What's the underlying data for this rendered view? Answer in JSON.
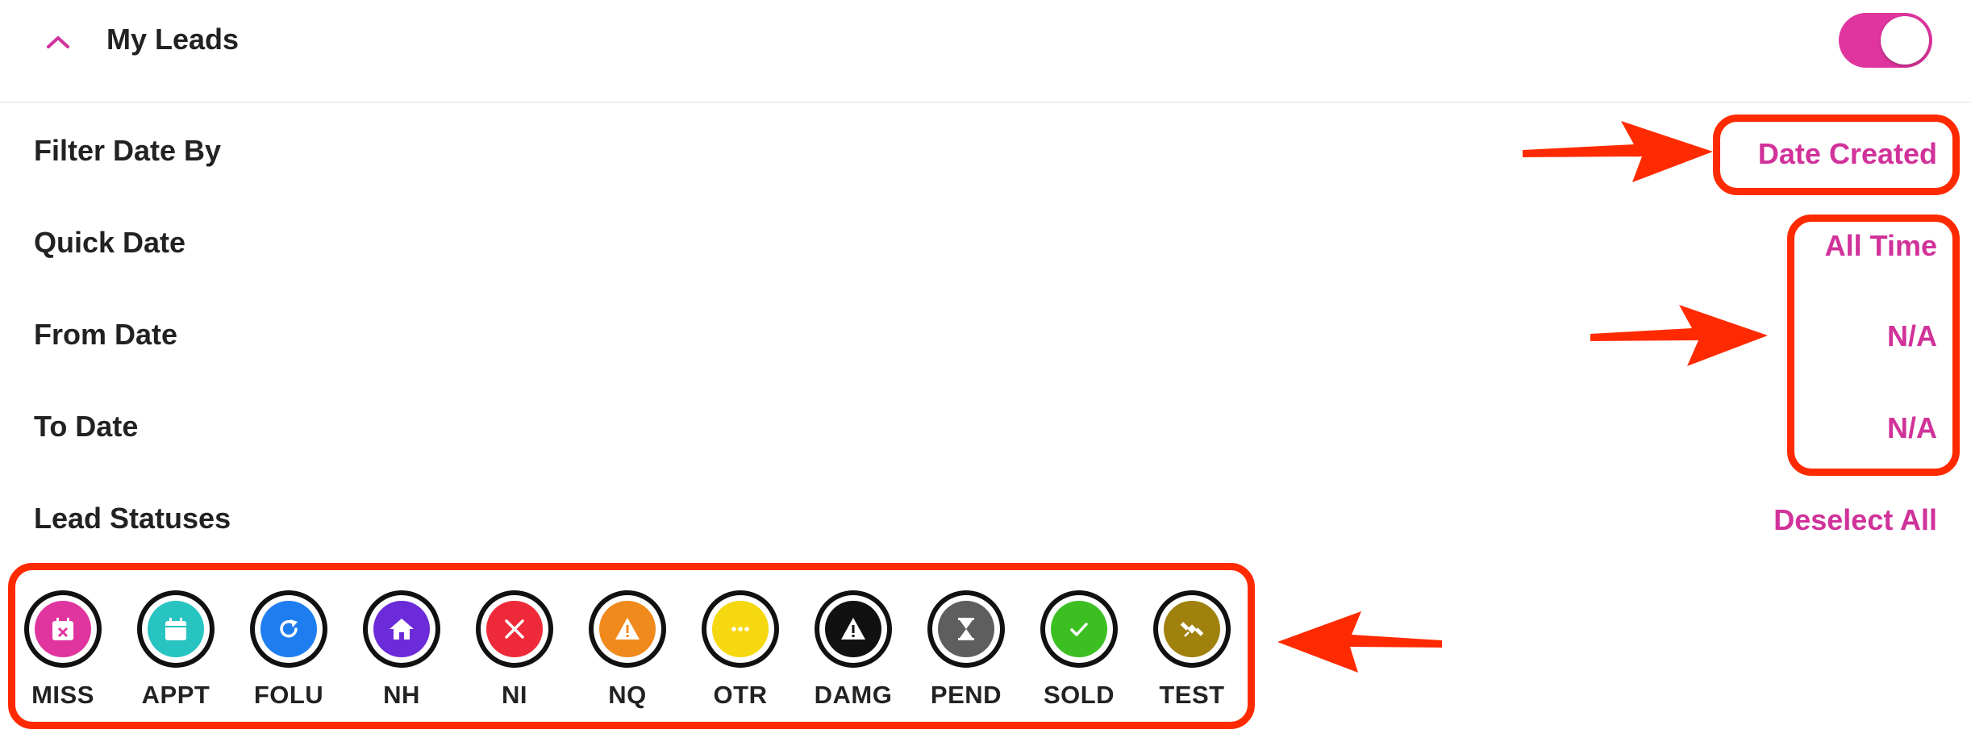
{
  "header": {
    "title": "My Leads",
    "toggle_on": true
  },
  "filters": {
    "filter_date_by_label": "Filter Date By",
    "filter_date_by_value": "Date Created",
    "quick_date_label": "Quick Date",
    "quick_date_value": "All Time",
    "from_date_label": "From Date",
    "from_date_value": "N/A",
    "to_date_label": "To Date",
    "to_date_value": "N/A",
    "lead_statuses_label": "Lead Statuses",
    "deselect_all_label": "Deselect All"
  },
  "colors": {
    "accent": "#d1329a",
    "annotation_red": "#ff2a00"
  },
  "statuses": [
    {
      "label": "MISS",
      "color": "#e0359f",
      "icon": "calendar-x-icon"
    },
    {
      "label": "APPT",
      "color": "#27c4c2",
      "icon": "calendar-icon"
    },
    {
      "label": "FOLU",
      "color": "#1e7ef0",
      "icon": "refresh-icon"
    },
    {
      "label": "NH",
      "color": "#6c2bd9",
      "icon": "home-icon"
    },
    {
      "label": "NI",
      "color": "#ee2a3a",
      "icon": "x-icon"
    },
    {
      "label": "NQ",
      "color": "#f08a1c",
      "icon": "warning-icon"
    },
    {
      "label": "OTR",
      "color": "#f5d80f",
      "icon": "ellipsis-icon"
    },
    {
      "label": "DAMG",
      "color": "#111111",
      "icon": "warning-icon"
    },
    {
      "label": "PEND",
      "color": "#5e5e5e",
      "icon": "hourglass-icon"
    },
    {
      "label": "SOLD",
      "color": "#3cc021",
      "icon": "check-icon"
    },
    {
      "label": "TEST",
      "color": "#a0810e",
      "icon": "satellite-icon"
    }
  ]
}
